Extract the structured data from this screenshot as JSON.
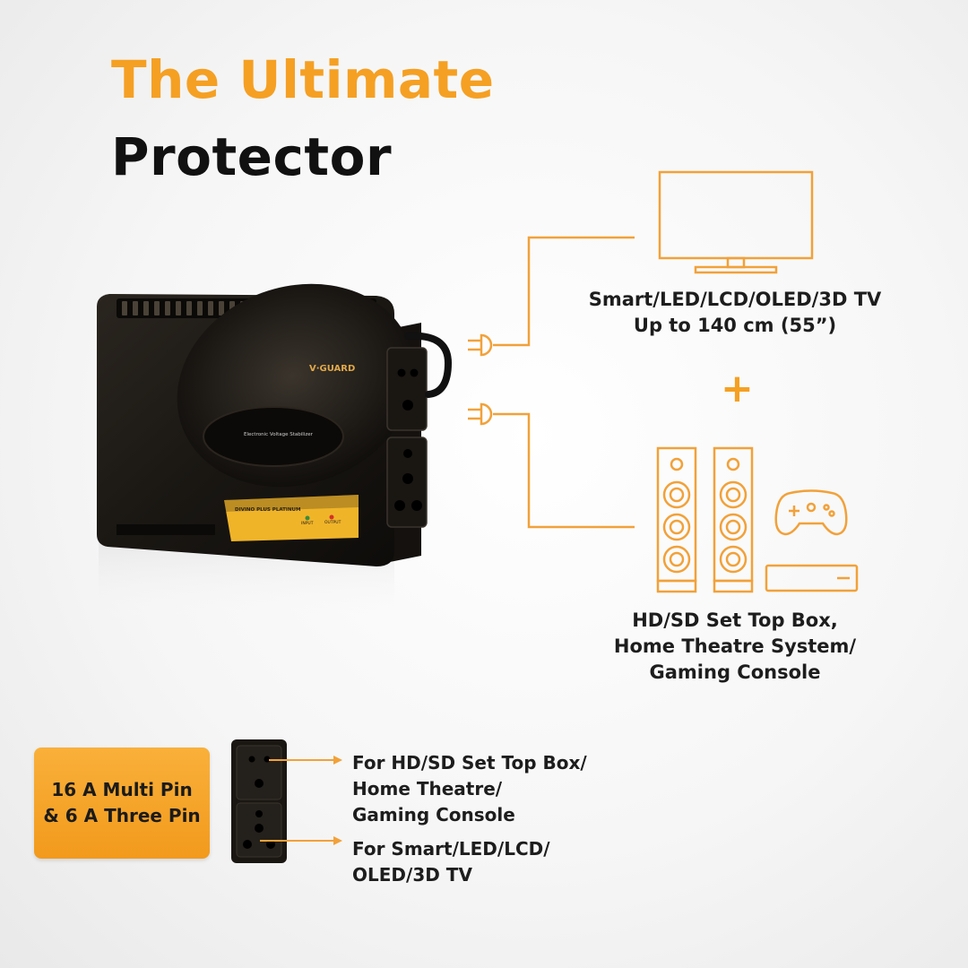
{
  "title": {
    "line1": "The Ultimate",
    "line2": "Protector"
  },
  "device": {
    "brand_logo": "V·GUARD",
    "panel_text": "Electronic Voltage Stabilizer",
    "model_text": "DIVINO PLUS PLATINUM",
    "indicator_input": "INPUT",
    "indicator_output": "OUTPUT"
  },
  "tv_caption": {
    "line1": "Smart/LED/LCD/OLED/3D TV",
    "line2": "Up to 140 cm (55”)"
  },
  "plus_sign": "+",
  "av_caption": {
    "line1": "HD/SD Set Top Box,",
    "line2": "Home Theatre System/",
    "line3": "Gaming Console"
  },
  "badge": {
    "line1": "16 A Multi Pin",
    "line2": "& 6 A Three Pin"
  },
  "socket_legend": {
    "top": {
      "line1": "For HD/SD Set Top Box/",
      "line2": "Home Theatre/",
      "line3": "Gaming Console"
    },
    "bottom": {
      "line1": "For Smart/LED/LCD/",
      "line2": "OLED/3D TV"
    }
  },
  "colors": {
    "accent": "#f5a023",
    "text_dark": "#111111",
    "device_body": "#1c1915"
  },
  "icons": [
    "tv-icon",
    "plug-icon",
    "speaker-icon",
    "gamepad-icon",
    "set-top-box-icon",
    "socket-icon"
  ]
}
